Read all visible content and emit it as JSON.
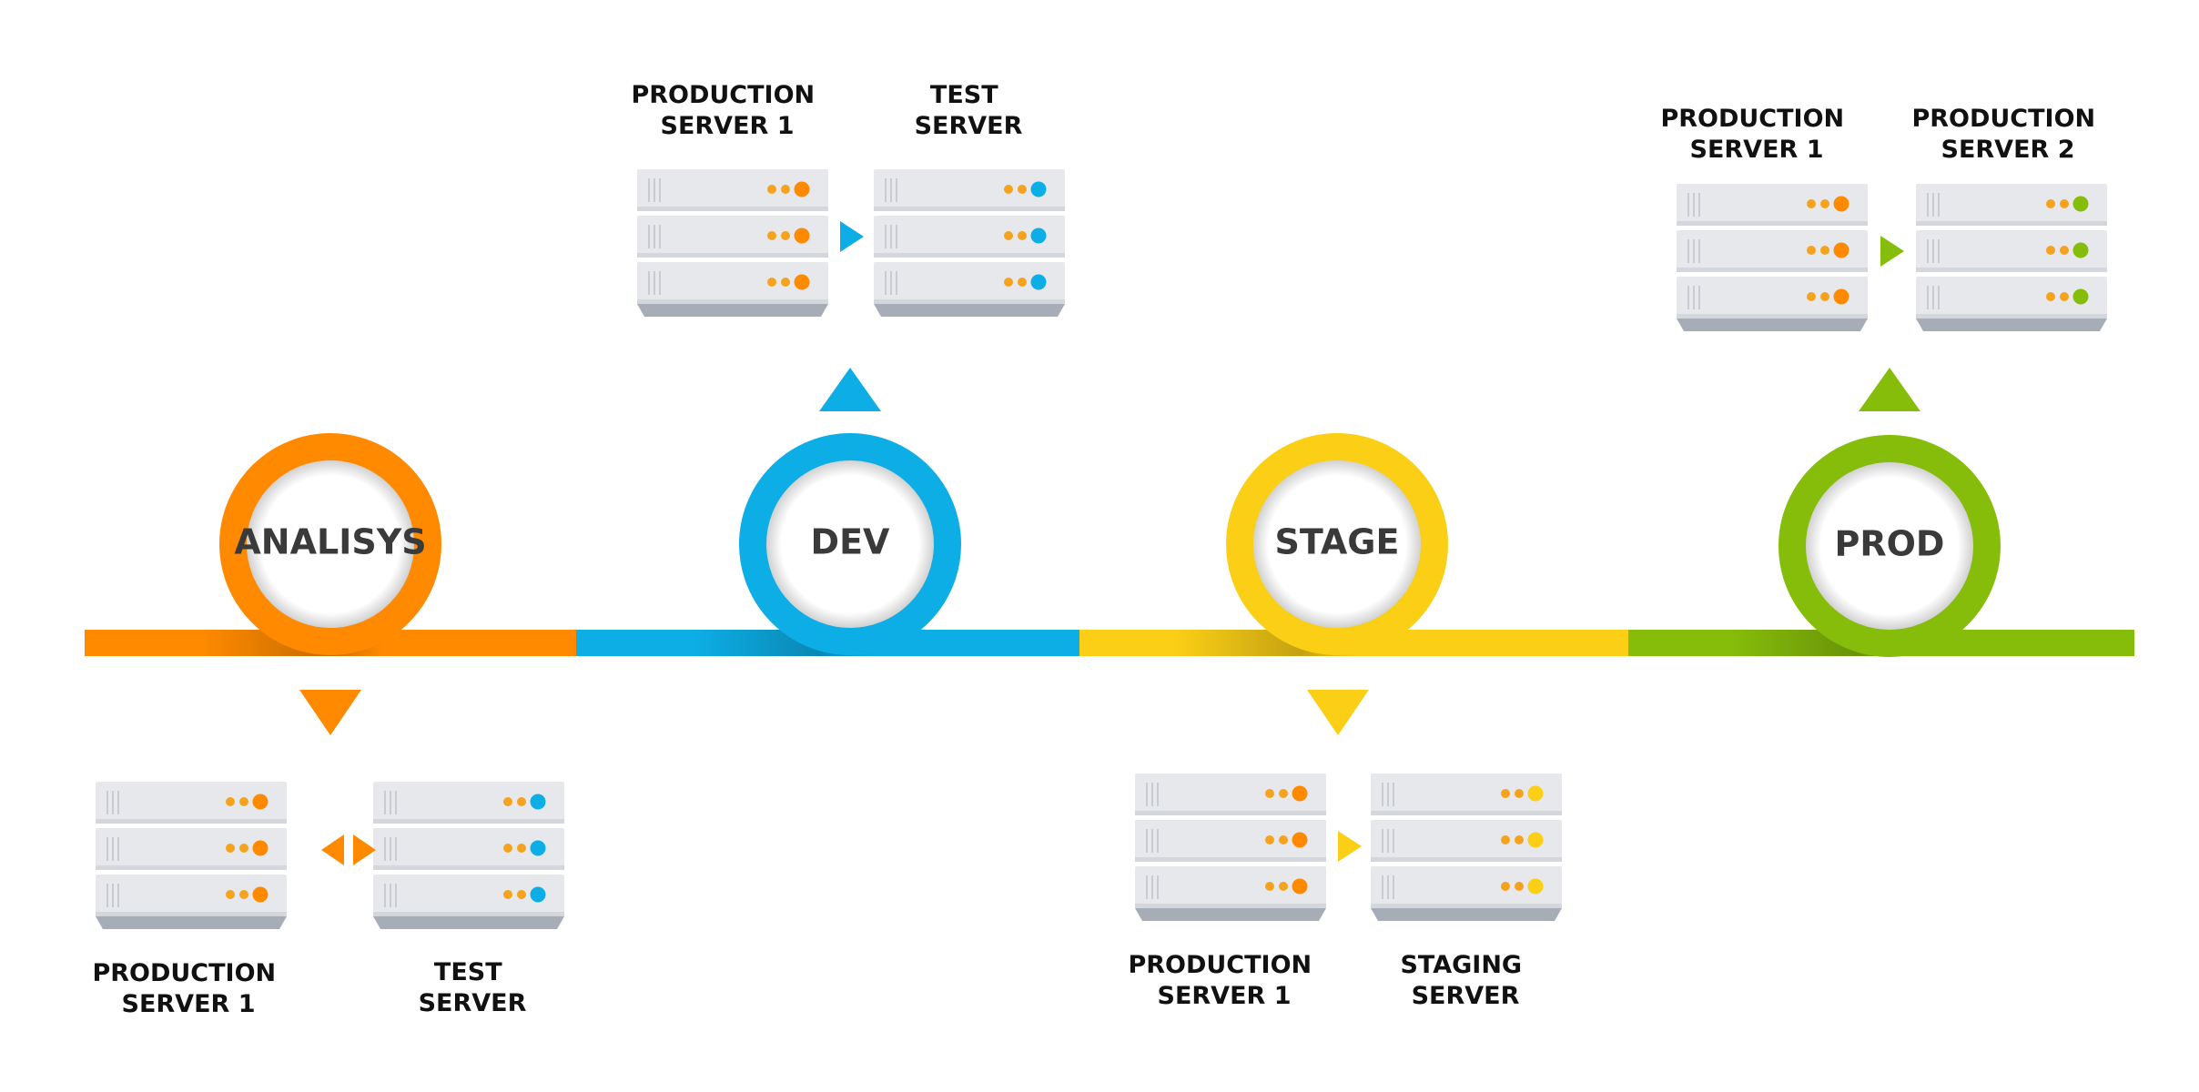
{
  "colors": {
    "orange": "#FF8A00",
    "blue": "#0DAEE6",
    "yellow": "#FBCF16",
    "green": "#86BD0A",
    "server_body": "#E6E8EB",
    "server_base": "#A7ADB7",
    "led_amber": "#F5A31E"
  },
  "stages": [
    {
      "id": "analisys",
      "name": "ANALISYS",
      "color": "orange"
    },
    {
      "id": "dev",
      "name": "DEV",
      "color": "blue"
    },
    {
      "id": "stage",
      "name": "STAGE",
      "color": "yellow"
    },
    {
      "id": "prod",
      "name": "PROD",
      "color": "green"
    }
  ],
  "groups": {
    "analisys": {
      "arrow": "bidirectional",
      "servers": [
        {
          "label_line1": "PRODUCTION",
          "label_line2": "SERVER 1",
          "led_color": "orange"
        },
        {
          "label_line1": "TEST",
          "label_line2": "SERVER",
          "led_color": "blue"
        }
      ]
    },
    "dev": {
      "arrow": "right",
      "servers": [
        {
          "label_line1": "PRODUCTION",
          "label_line2": "SERVER 1",
          "led_color": "orange"
        },
        {
          "label_line1": "TEST",
          "label_line2": "SERVER",
          "led_color": "blue"
        }
      ]
    },
    "stage": {
      "arrow": "right",
      "servers": [
        {
          "label_line1": "PRODUCTION",
          "label_line2": "SERVER 1",
          "led_color": "orange"
        },
        {
          "label_line1": "STAGING",
          "label_line2": "SERVER",
          "led_color": "yellow"
        }
      ]
    },
    "prod": {
      "arrow": "right",
      "servers": [
        {
          "label_line1": "PRODUCTION",
          "label_line2": "SERVER 1",
          "led_color": "orange"
        },
        {
          "label_line1": "PRODUCTION",
          "label_line2": "SERVER 2",
          "led_color": "green"
        }
      ]
    }
  },
  "icons": {
    "server_rack": "server-rack-icon",
    "pointer": "triangle-pointer-icon"
  }
}
